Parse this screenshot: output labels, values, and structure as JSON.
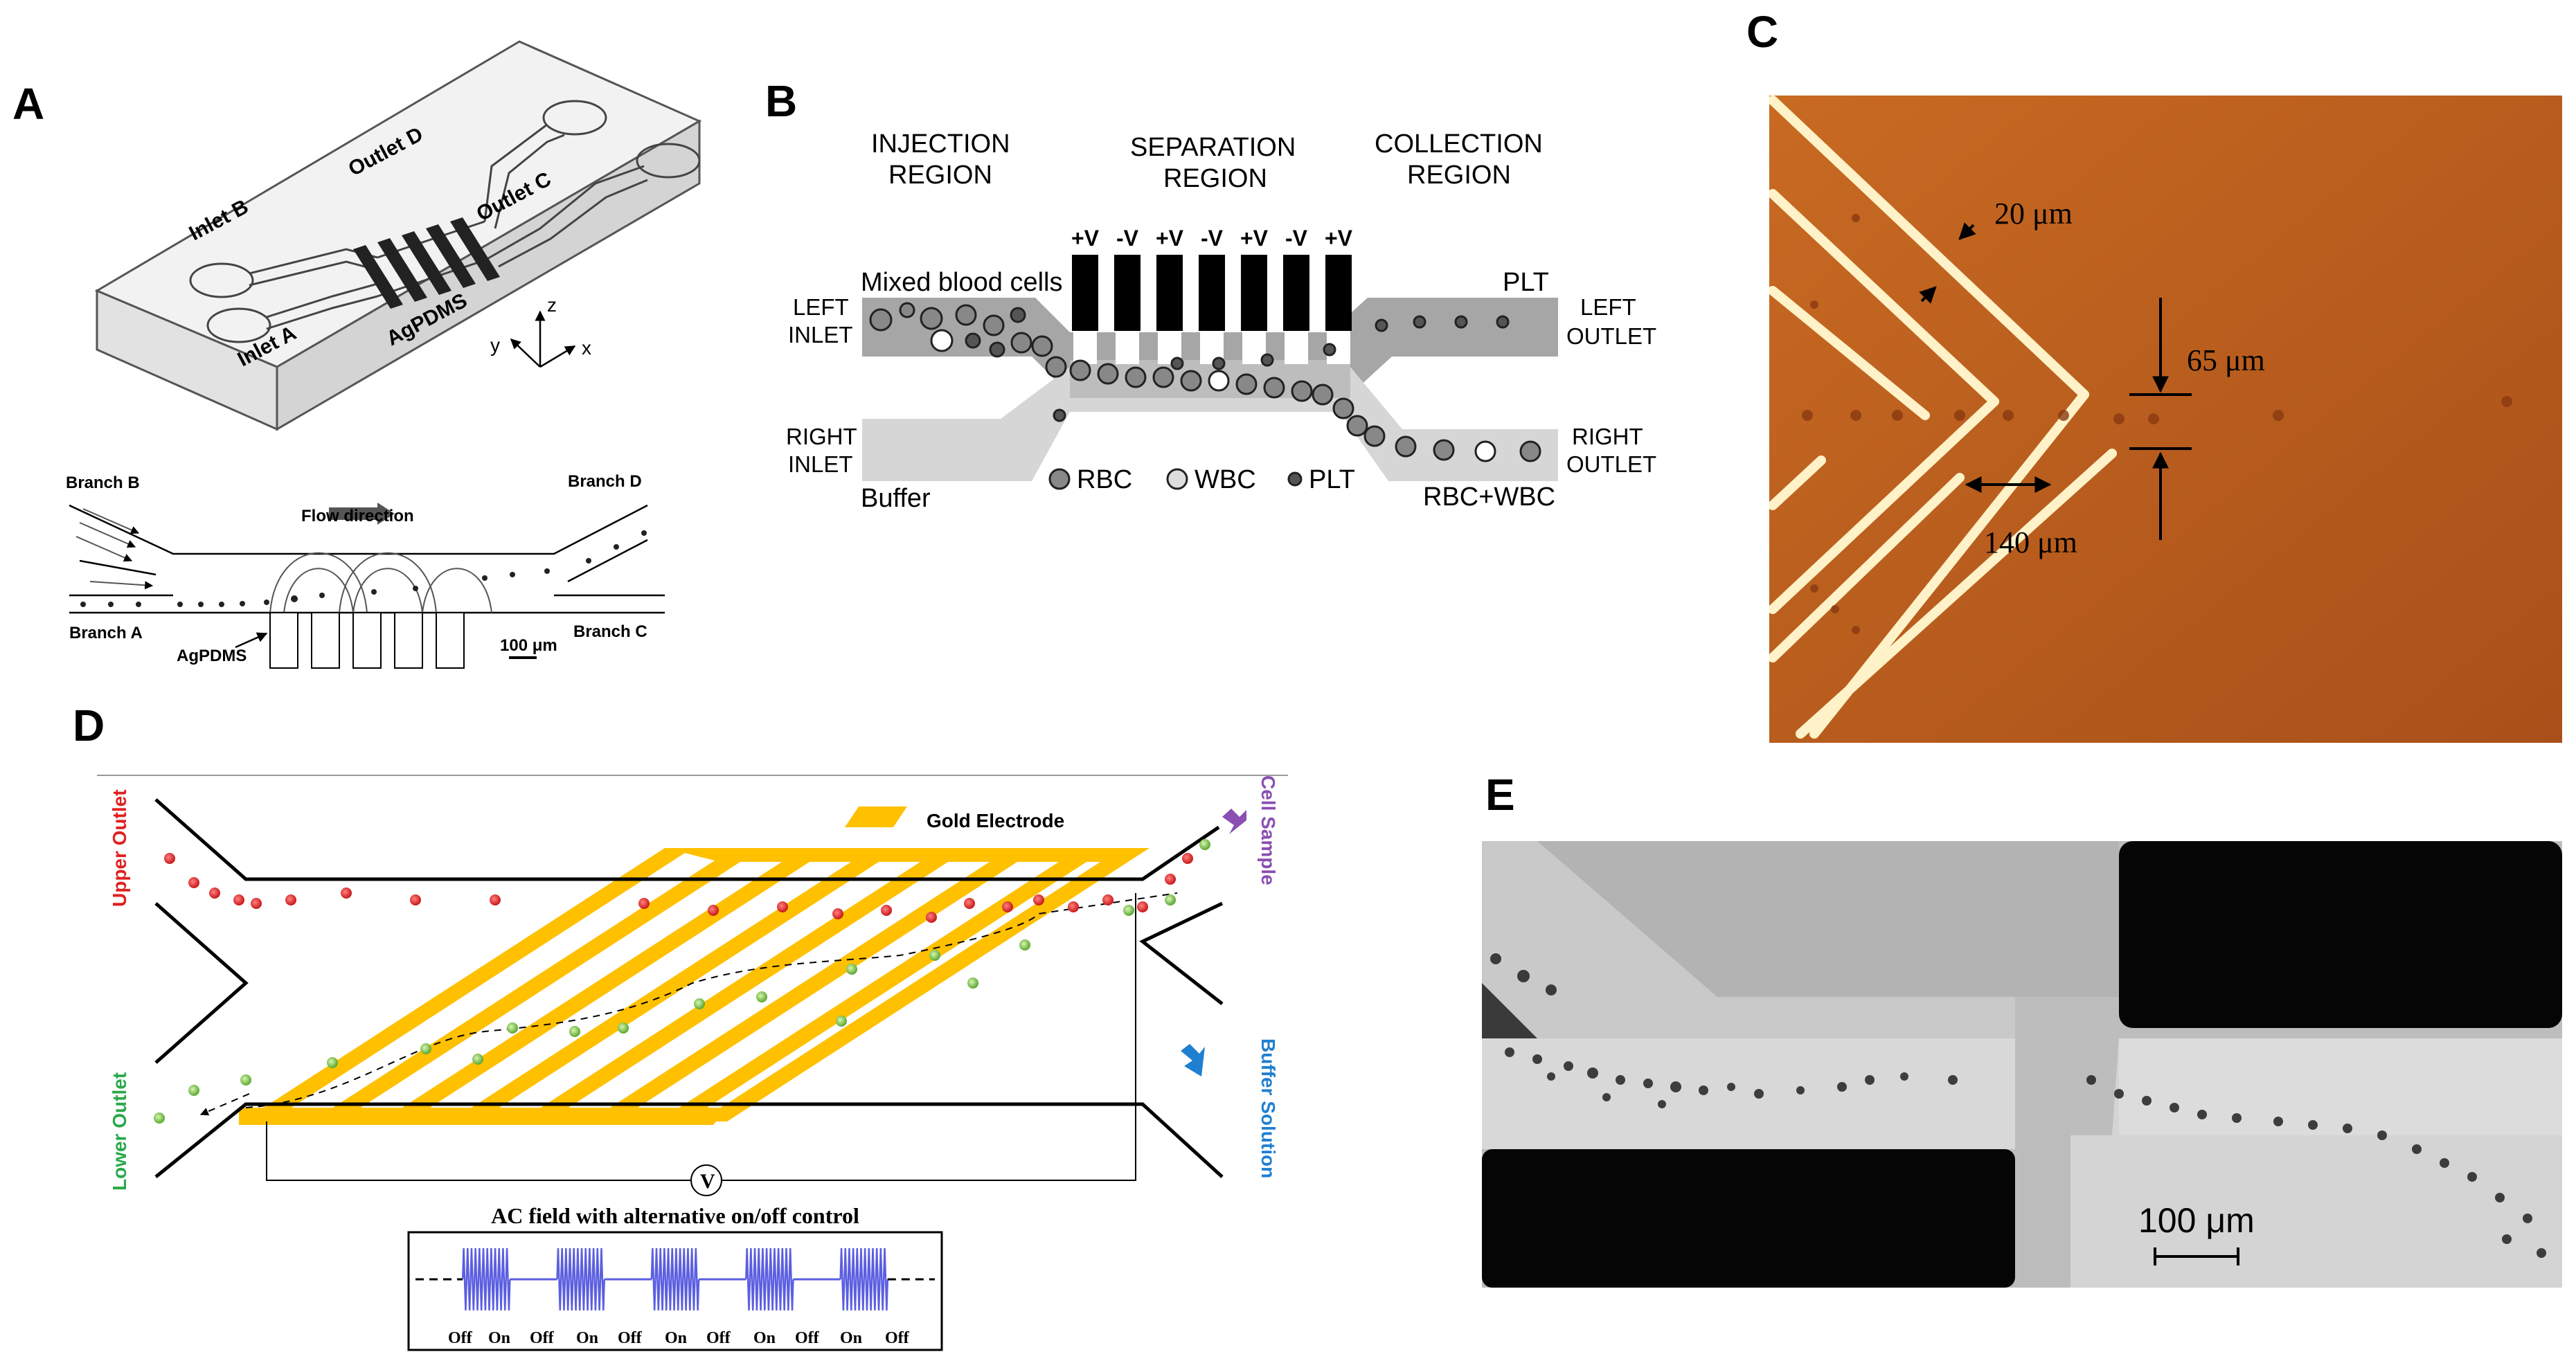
{
  "panel_labels": {
    "a": "A",
    "b": "B",
    "c": "C",
    "d": "D",
    "e": "E"
  },
  "panel_a": {
    "inlet_b": "Inlet B",
    "inlet_a": "Inlet A",
    "outlet_d": "Outlet D",
    "outlet_c": "Outlet C",
    "agpdms": "AgPDMS",
    "axis_z": "z",
    "axis_y": "y",
    "axis_x": "x",
    "branch_b": "Branch B",
    "branch_a": "Branch A",
    "branch_d": "Branch D",
    "branch_c": "Branch C",
    "flow_direction": "Flow direction",
    "agpdms_lower": "AgPDMS",
    "scale": "100 μm"
  },
  "panel_b": {
    "injection_region_1": "INJECTION",
    "injection_region_2": "REGION",
    "separation_region_1": "SEPARATION",
    "separation_region_2": "REGION",
    "collection_region_1": "COLLECTION",
    "collection_region_2": "REGION",
    "mixed_blood_cells": "Mixed blood cells",
    "left_inlet_1": "LEFT",
    "left_inlet_2": "INLET",
    "right_inlet_1": "RIGHT",
    "right_inlet_2": "INLET",
    "left_outlet_1": "LEFT",
    "left_outlet_2": "OUTLET",
    "right_outlet_1": "RIGHT",
    "right_outlet_2": "OUTLET",
    "buffer": "Buffer",
    "plt_top": "PLT",
    "rbc_wbc": "RBC+WBC",
    "legend_rbc": "RBC",
    "legend_wbc": "WBC",
    "legend_plt": "PLT",
    "electrode_polarities": [
      "+V",
      "-V",
      "+V",
      "-V",
      "+V",
      "-V",
      "+V"
    ]
  },
  "panel_c": {
    "dim_20": "20 μm",
    "dim_65": "65 μm",
    "dim_140": "140 μm"
  },
  "panel_d": {
    "gold_electrode": "Gold Electrode",
    "upper_outlet": "Upper Outlet",
    "lower_outlet": "Lower Outlet",
    "cell_sample": "Cell Sample",
    "buffer_solution": "Buffer Solution",
    "voltmeter": "V",
    "ac_field": "AC field with alternative on/off control",
    "pulse_labels": [
      "Off",
      "On",
      "Off",
      "On",
      "Off",
      "On",
      "Off",
      "On",
      "Off",
      "On",
      "Off"
    ]
  },
  "panel_e": {
    "scale": "100 μm"
  },
  "colors": {
    "gold": "#ffc000",
    "red_cell": "#e02020",
    "green_cell": "#6cc040",
    "copper_bg": "#c0621a",
    "pulse": "#5b5fe0"
  }
}
